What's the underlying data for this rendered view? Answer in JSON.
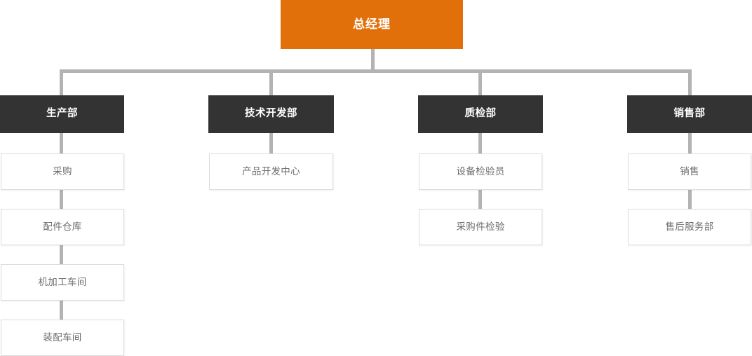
{
  "diagram": {
    "title_node": {
      "label": "总经理",
      "color": "#e2700a",
      "text_color": "#ffffff"
    },
    "colors": {
      "root_fill": "#e2700a",
      "department_fill": "#333333",
      "leaf_fill": "#ffffff",
      "leaf_border": "#dcdcdc",
      "leaf_text": "#6e6e6e",
      "connector": "#b3b3b3",
      "background": "#ffffff"
    },
    "columns": [
      {
        "department": "生产部",
        "children": [
          "采购",
          "配件仓库",
          "机加工车间",
          "装配车间"
        ]
      },
      {
        "department": "技术开发部",
        "children": [
          "产品开发中心"
        ]
      },
      {
        "department": "质检部",
        "children": [
          "设备检验员",
          "采购件检验"
        ]
      },
      {
        "department": "销售部",
        "children": [
          "销售",
          "售后服务部"
        ]
      }
    ]
  }
}
